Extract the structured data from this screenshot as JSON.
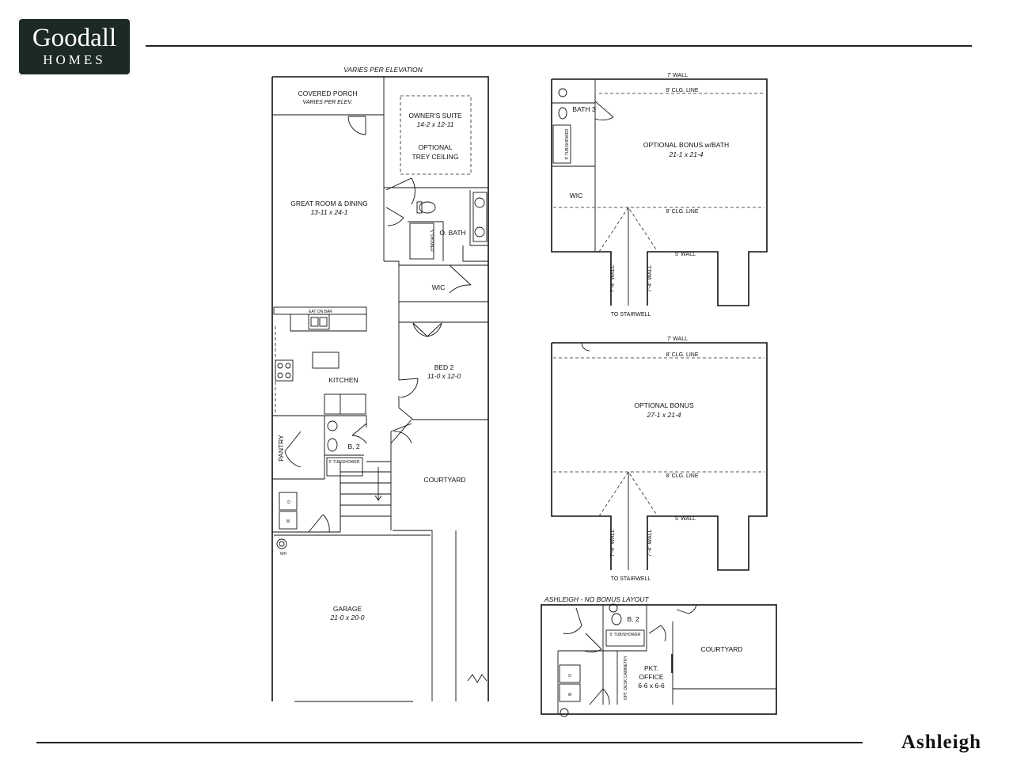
{
  "brand": {
    "name": "Goodall",
    "sub": "HOMES"
  },
  "plan_name": "Ashleigh",
  "main_plan": {
    "elevation_note": "VARIES PER ELEVATION",
    "covered_porch": "COVERED PORCH",
    "covered_porch_note": "VARIES PER ELEV.",
    "owners_suite": "OWNER'S SUITE",
    "owners_suite_dim": "14-2 x 12-11",
    "optional": "OPTIONAL",
    "trey_ceiling": "TREY CEILING",
    "great_room": "GREAT ROOM & DINING",
    "great_room_dim": "13-11 x 24-1",
    "o_bath": "O. BATH",
    "shower": "5' SHOWER",
    "wic": "WIC",
    "eat_on_bar": "EAT ON BAR",
    "kitchen": "KITCHEN",
    "bed2": "BED 2",
    "bed2_dim": "11-0 x 12-0",
    "pantry": "PANTRY",
    "b2": "B. 2",
    "tub_shower": "5' TUB/SHOWER",
    "courtyard": "COURTYARD",
    "dryer": "D",
    "washer": "W",
    "wh": "WH",
    "garage": "GARAGE",
    "garage_dim": "21-0 x 20-0"
  },
  "bonus_bath_plan": {
    "wall_7": "7' WALL",
    "clg_8_top": "8' CLG. LINE",
    "bath3": "BATH 3",
    "tub_shower": "5' TUB/SHOWER",
    "title": "OPTIONAL BONUS w/BATH",
    "dim": "21-1 x 21-4",
    "wic": "WIC",
    "clg_8_mid": "8' CLG. LINE",
    "wall_5": "5' WALL",
    "wall_74_left": "7'-4\" WALL",
    "wall_74_right": "7'-4\" WALL",
    "to_stairwell": "TO STAIRWELL"
  },
  "bonus_plan": {
    "wall_7": "7' WALL",
    "clg_8_top": "8' CLG. LINE",
    "title": "OPTIONAL BONUS",
    "dim": "27-1 x 21-4",
    "clg_8_mid": "8' CLG. LINE",
    "wall_5": "5' WALL",
    "wall_74_left": "7'-4\" WALL",
    "wall_74_right": "7'-4\" WALL",
    "to_stairwell": "TO STAIRWELL"
  },
  "no_bonus_layout": {
    "caption": "ASHLEIGH - NO BONUS LAYOUT",
    "b2": "B. 2",
    "tub_shower": "5' TUB/SHOWER",
    "courtyard": "COURTYARD",
    "desk_cabinetry": "OPT. DESK CABINETRY",
    "pkt": "PKT.",
    "office": "OFFICE",
    "office_dim": "6-6 x 6-6",
    "dryer": "D",
    "washer": "W"
  }
}
